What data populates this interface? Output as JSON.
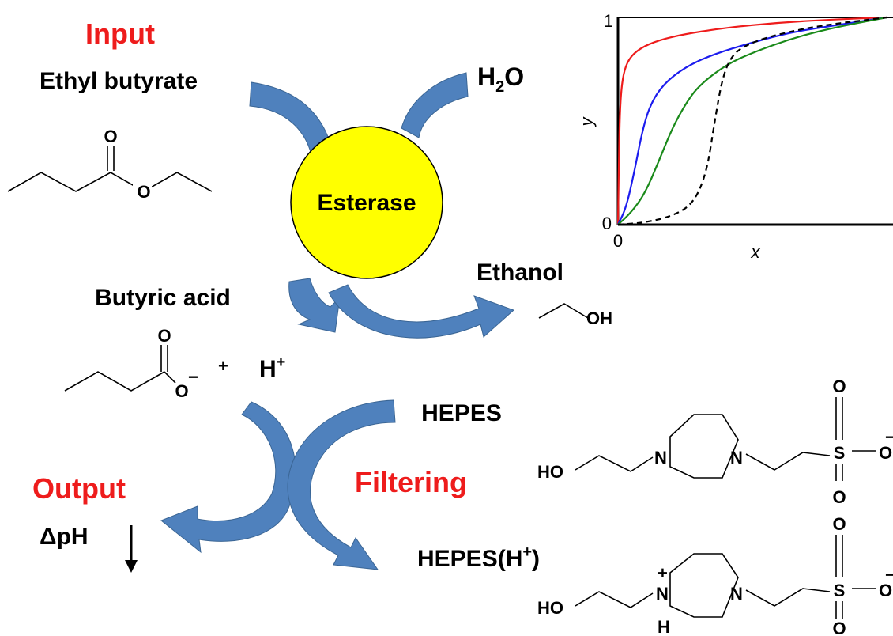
{
  "labels": {
    "input": "Input",
    "ethyl_butyrate": "Ethyl butyrate",
    "water": "H",
    "water_sub": "2",
    "water_o": "O",
    "esterase": "Esterase",
    "ethanol": "Ethanol",
    "butyric_acid": "Butyric acid",
    "proton": "H",
    "proton_sup": "+",
    "hepes": "HEPES",
    "hepes_h": "HEPES(H",
    "hepes_h_sup": "+",
    "hepes_h_close": ")",
    "filtering": "Filtering",
    "output": "Output",
    "delta_ph": "ΔpH"
  },
  "atoms": {
    "O": "O",
    "OH": "OH",
    "HO": "HO",
    "N": "N",
    "S": "S",
    "H": "H",
    "plus": "+",
    "minus": "−"
  },
  "colors": {
    "highlight": "#ee1c1c",
    "arrow": "#4f81bd",
    "enzyme": "#ffff00"
  },
  "chart_data": {
    "type": "line",
    "xlabel": "x",
    "ylabel": "y",
    "xlim": [
      0,
      1
    ],
    "ylim": [
      0,
      1
    ],
    "x_ticks": [
      "0"
    ],
    "y_ticks": [
      "0",
      "1"
    ],
    "series": [
      {
        "color": "#ee1c1c",
        "style": "solid",
        "points": [
          [
            0,
            0
          ],
          [
            0.005,
            0.45
          ],
          [
            0.01,
            0.62
          ],
          [
            0.02,
            0.73
          ],
          [
            0.04,
            0.8
          ],
          [
            0.08,
            0.85
          ],
          [
            0.15,
            0.89
          ],
          [
            0.25,
            0.92
          ],
          [
            0.4,
            0.95
          ],
          [
            0.6,
            0.975
          ],
          [
            0.8,
            0.99
          ],
          [
            1,
            1
          ]
        ]
      },
      {
        "color": "#1c1cee",
        "style": "solid",
        "points": [
          [
            0,
            0
          ],
          [
            0.03,
            0.08
          ],
          [
            0.06,
            0.25
          ],
          [
            0.09,
            0.45
          ],
          [
            0.12,
            0.58
          ],
          [
            0.17,
            0.68
          ],
          [
            0.25,
            0.76
          ],
          [
            0.35,
            0.82
          ],
          [
            0.5,
            0.88
          ],
          [
            0.65,
            0.93
          ],
          [
            0.8,
            0.96
          ],
          [
            1,
            1
          ]
        ]
      },
      {
        "color": "#1a8a1a",
        "style": "solid",
        "points": [
          [
            0,
            0
          ],
          [
            0.05,
            0.06
          ],
          [
            0.1,
            0.15
          ],
          [
            0.15,
            0.3
          ],
          [
            0.2,
            0.46
          ],
          [
            0.25,
            0.58
          ],
          [
            0.3,
            0.67
          ],
          [
            0.4,
            0.77
          ],
          [
            0.5,
            0.83
          ],
          [
            0.65,
            0.9
          ],
          [
            0.8,
            0.95
          ],
          [
            1,
            1
          ]
        ]
      },
      {
        "color": "#000000",
        "style": "dashed",
        "points": [
          [
            0,
            0
          ],
          [
            0.1,
            0.01
          ],
          [
            0.2,
            0.04
          ],
          [
            0.28,
            0.1
          ],
          [
            0.33,
            0.25
          ],
          [
            0.36,
            0.5
          ],
          [
            0.39,
            0.72
          ],
          [
            0.43,
            0.83
          ],
          [
            0.5,
            0.88
          ],
          [
            0.6,
            0.92
          ],
          [
            0.75,
            0.96
          ],
          [
            1,
            1
          ]
        ]
      }
    ]
  }
}
